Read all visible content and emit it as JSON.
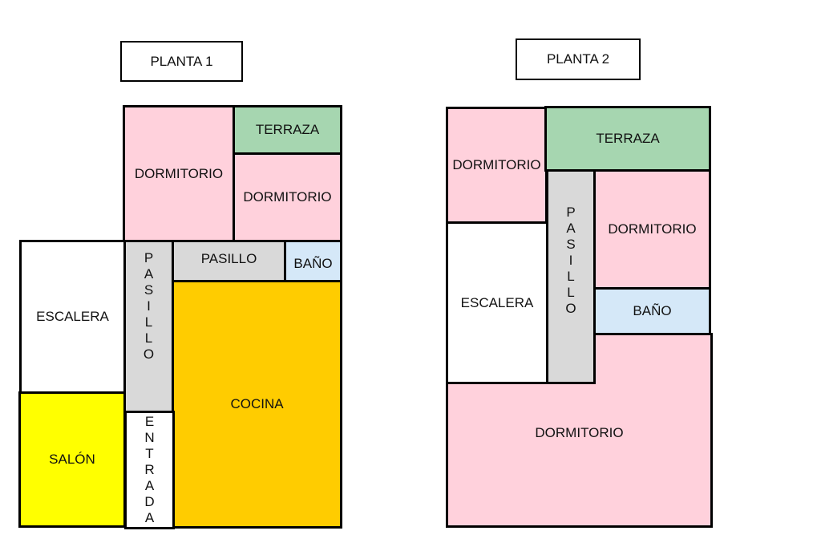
{
  "plan1": {
    "title": "PLANTA 1",
    "rooms": {
      "dormitorio_a": "DORMITORIO",
      "terraza": "TERRAZA",
      "dormitorio_b": "DORMITORIO",
      "escalera": "ESCALERA",
      "pasillo_vertical": "PASILLO",
      "pasillo_horizontal": "PASILLO",
      "bano": "BAÑO",
      "cocina": "COCINA",
      "salon": "SALÓN",
      "entrada": "ENTRADA"
    }
  },
  "plan2": {
    "title": "PLANTA 2",
    "rooms": {
      "dormitorio_a": "DORMITORIO",
      "terraza": "TERRAZA",
      "pasillo": "PASILLO",
      "dormitorio_b": "DORMITORIO",
      "bano": "BAÑO",
      "escalera": "ESCALERA",
      "dormitorio_c": "DORMITORIO"
    }
  },
  "colors": {
    "dormitorio": "#ffd1dc",
    "terraza": "#a6d6b0",
    "pasillo": "#d9d9d9",
    "bano": "#d5e8f8",
    "cocina": "#ffcc00",
    "salon": "#ffff00"
  }
}
